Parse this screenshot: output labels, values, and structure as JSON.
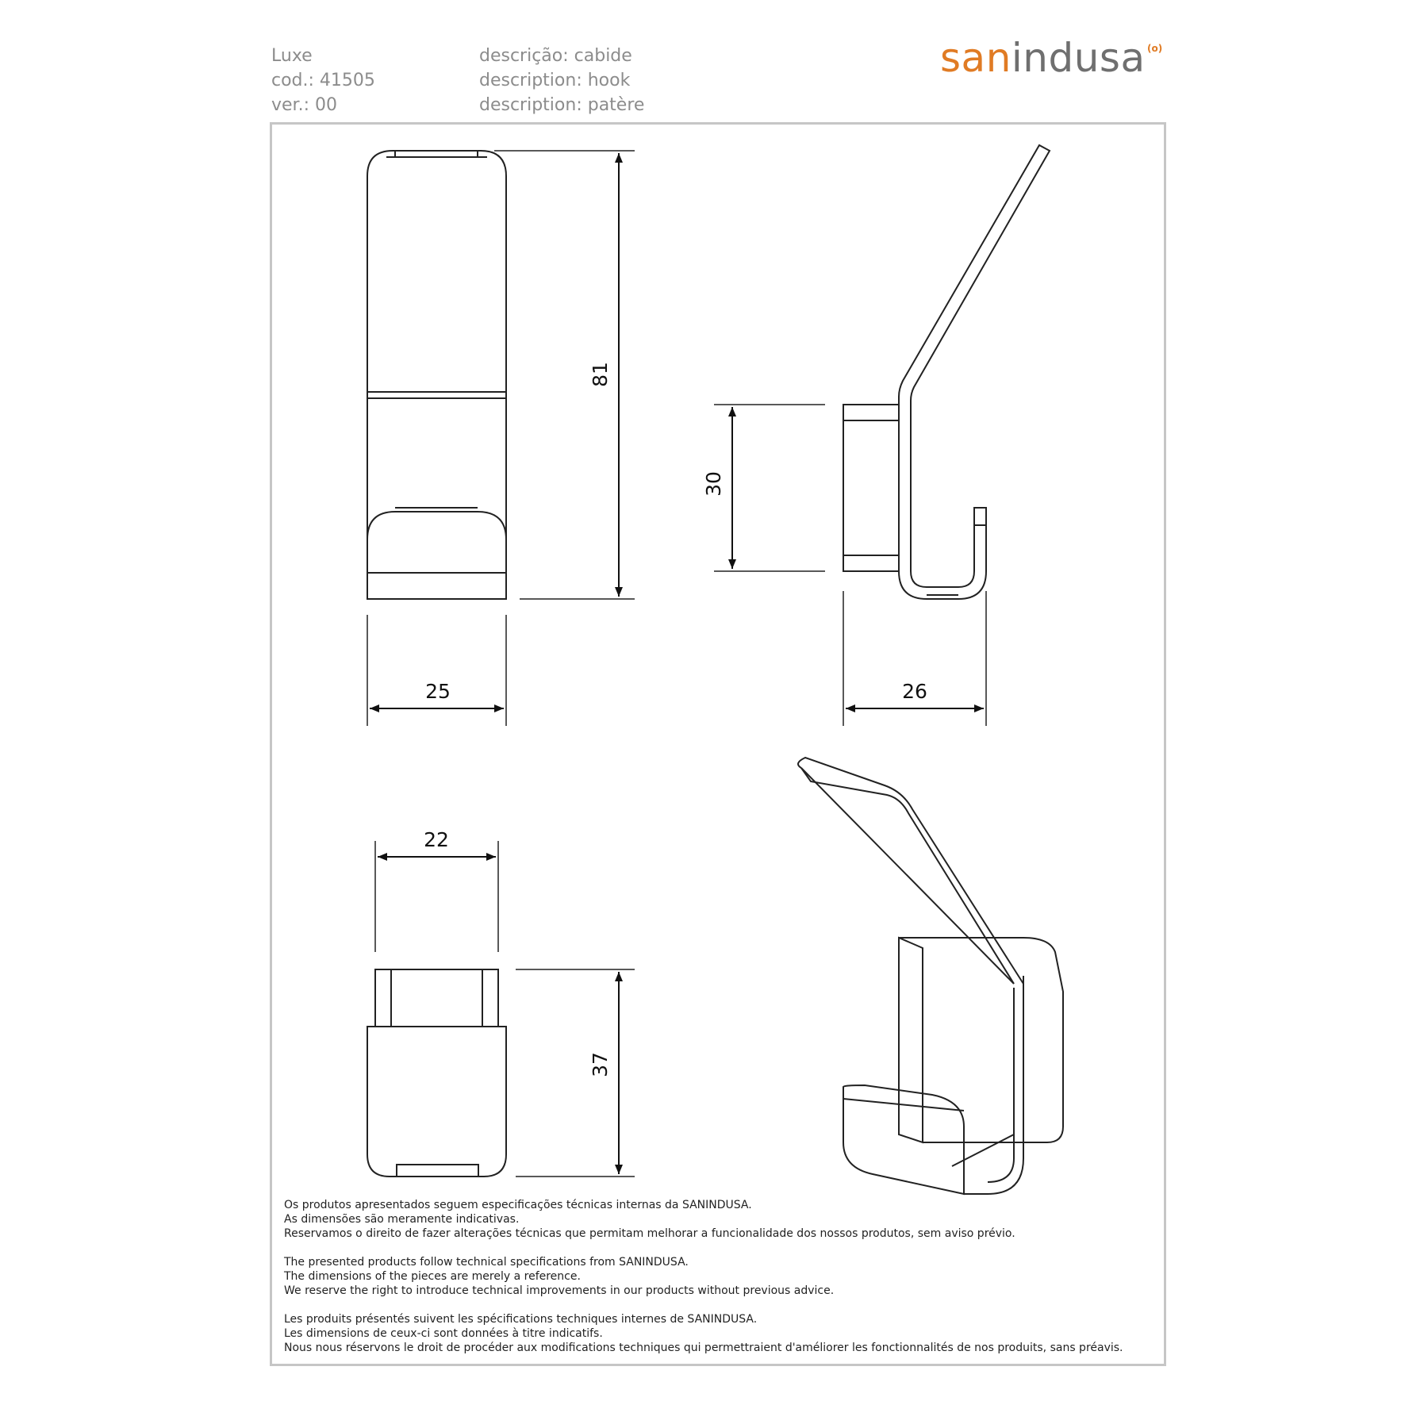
{
  "header": {
    "collection": "Luxe",
    "code": "cod.: 41505",
    "version": "ver.: 00",
    "desc_pt": "descrição: cabide",
    "desc_en": "description: hook",
    "desc_fr": "description: patère"
  },
  "brand": {
    "logo_part1": "san",
    "logo_part2": "indusa",
    "accent_color": "#e07b24",
    "gray_color": "#6f6f6f"
  },
  "dimensions": {
    "front_height": "81",
    "front_width": "25",
    "side_base_height": "30",
    "side_depth": "26",
    "top_width": "22",
    "top_depth": "37"
  },
  "notes": {
    "pt": [
      "Os produtos apresentados seguem especificações técnicas internas da SANINDUSA.",
      "As dimensões são meramente indicativas.",
      "Reservamos o direito de fazer alterações técnicas que permitam melhorar a funcionalidade dos nossos produtos, sem aviso prévio."
    ],
    "en": [
      "The presented products follow technical specifications from SANINDUSA.",
      "The dimensions of the pieces are merely a reference.",
      "We reserve the right to introduce technical improvements in our products without previous advice."
    ],
    "fr": [
      "Les produits présentés suivent les spécifications techniques internes de SANINDUSA.",
      "Les dimensions de ceux-ci sont données à titre indicatifs.",
      "Nous nous réservons le droit de procéder aux modifications techniques qui permettraient d'améliorer les fonctionnalités de nos produits, sans préavis."
    ]
  }
}
